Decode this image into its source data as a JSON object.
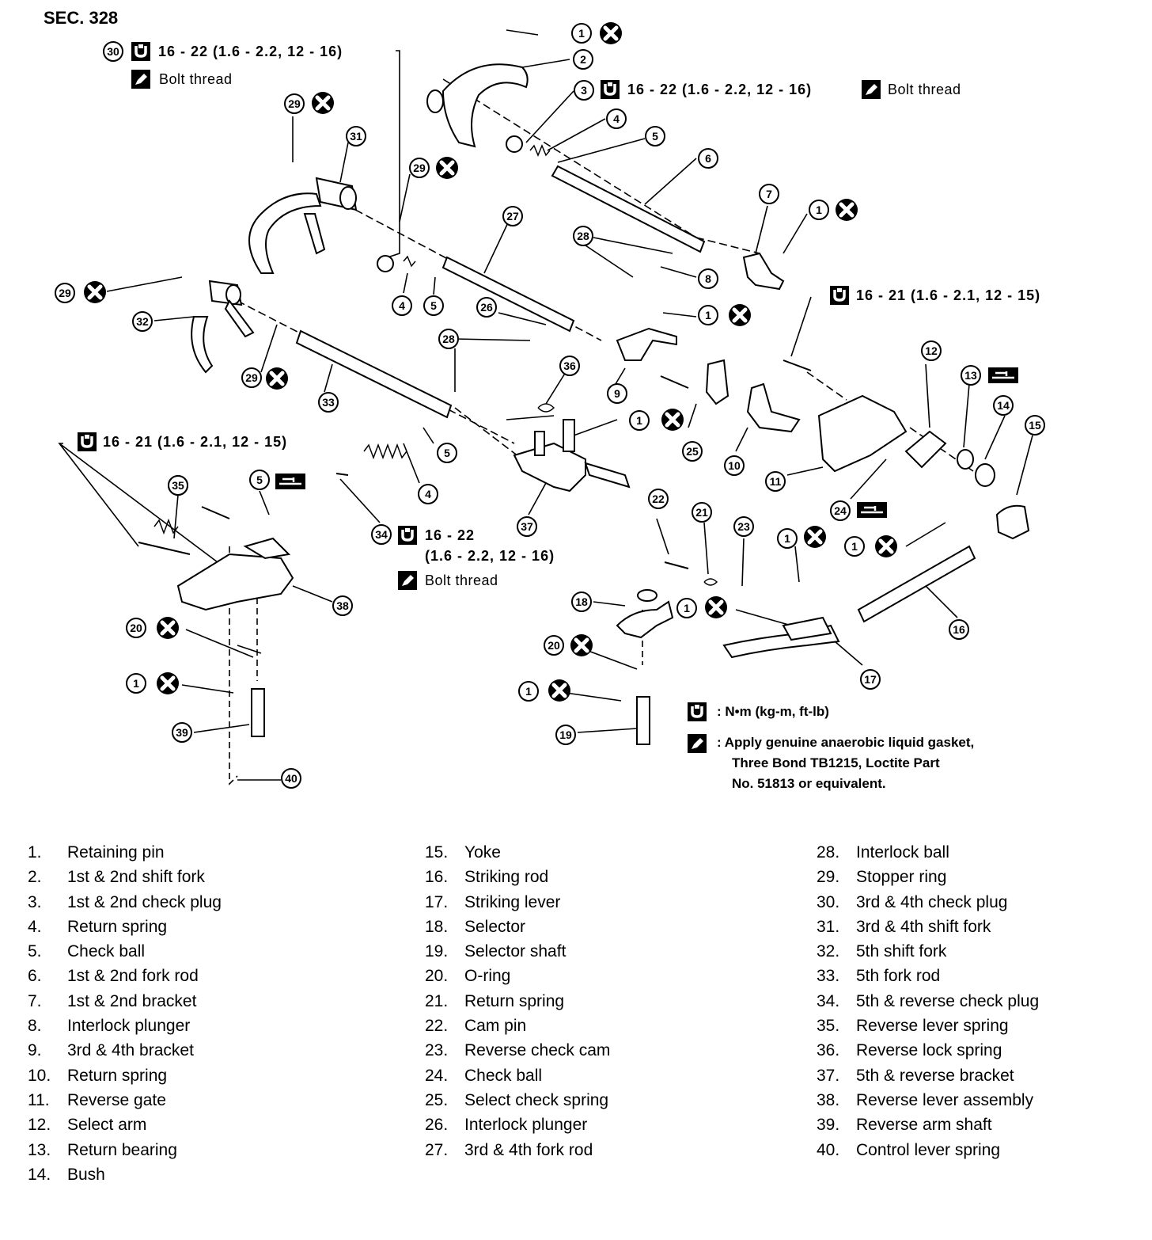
{
  "section_title": "SEC. 328",
  "torque_specs": {
    "t30": {
      "callout": "30",
      "value": "16 - 22 (1.6 - 2.2, 12 - 16)",
      "note": "Bolt thread"
    },
    "t3": {
      "callout": "3",
      "value": "16 - 22 (1.6 - 2.2, 12 - 16)",
      "note": "Bolt thread"
    },
    "t_right": {
      "value": "16 - 21 (1.6 - 2.1, 12 - 15)"
    },
    "t_left": {
      "value": "16 - 21 (1.6 - 2.1, 12 - 15)"
    },
    "t34": {
      "callout": "34",
      "value_line1": "16 - 22",
      "value_line2": "(1.6 - 2.2, 12 - 16)",
      "note": "Bolt thread"
    }
  },
  "legend": {
    "torque_unit": ": N•m (kg-m, ft-lb)",
    "sealant_line1": ": Apply genuine anaerobic liquid gasket,",
    "sealant_line2": "Three Bond TB1215, Loctite Part",
    "sealant_line3": "No. 51813 or equivalent."
  },
  "callouts": [
    "1",
    "2",
    "3",
    "4",
    "5",
    "6",
    "7",
    "8",
    "9",
    "10",
    "11",
    "12",
    "13",
    "14",
    "15",
    "16",
    "17",
    "18",
    "19",
    "20",
    "21",
    "22",
    "23",
    "24",
    "25",
    "26",
    "27",
    "28",
    "29",
    "30",
    "31",
    "32",
    "33",
    "34",
    "35",
    "36",
    "37",
    "38",
    "39",
    "40"
  ],
  "parts": [
    {
      "num": "1.",
      "name": "Retaining pin"
    },
    {
      "num": "2.",
      "name": "1st & 2nd shift fork"
    },
    {
      "num": "3.",
      "name": "1st & 2nd check plug"
    },
    {
      "num": "4.",
      "name": "Return spring"
    },
    {
      "num": "5.",
      "name": "Check ball"
    },
    {
      "num": "6.",
      "name": "1st & 2nd fork rod"
    },
    {
      "num": "7.",
      "name": "1st & 2nd bracket"
    },
    {
      "num": "8.",
      "name": "Interlock plunger"
    },
    {
      "num": "9.",
      "name": "3rd & 4th bracket"
    },
    {
      "num": "10.",
      "name": "Return spring"
    },
    {
      "num": "11.",
      "name": "Reverse gate"
    },
    {
      "num": "12.",
      "name": "Select arm"
    },
    {
      "num": "13.",
      "name": "Return bearing"
    },
    {
      "num": "14.",
      "name": "Bush"
    },
    {
      "num": "15.",
      "name": "Yoke"
    },
    {
      "num": "16.",
      "name": "Striking rod"
    },
    {
      "num": "17.",
      "name": "Striking lever"
    },
    {
      "num": "18.",
      "name": "Selector"
    },
    {
      "num": "19.",
      "name": "Selector shaft"
    },
    {
      "num": "20.",
      "name": "O-ring"
    },
    {
      "num": "21.",
      "name": "Return spring"
    },
    {
      "num": "22.",
      "name": "Cam pin"
    },
    {
      "num": "23.",
      "name": "Reverse check cam"
    },
    {
      "num": "24.",
      "name": "Check ball"
    },
    {
      "num": "25.",
      "name": "Select check spring"
    },
    {
      "num": "26.",
      "name": "Interlock plunger"
    },
    {
      "num": "27.",
      "name": "3rd & 4th fork rod"
    },
    {
      "num": "28.",
      "name": "Interlock ball"
    },
    {
      "num": "29.",
      "name": "Stopper ring"
    },
    {
      "num": "30.",
      "name": "3rd & 4th check plug"
    },
    {
      "num": "31.",
      "name": "3rd & 4th shift fork"
    },
    {
      "num": "32.",
      "name": "5th shift fork"
    },
    {
      "num": "33.",
      "name": "5th fork rod"
    },
    {
      "num": "34.",
      "name": "5th & reverse check plug"
    },
    {
      "num": "35.",
      "name": "Reverse lever spring"
    },
    {
      "num": "36.",
      "name": "Reverse lock spring"
    },
    {
      "num": "37.",
      "name": "5th & reverse bracket"
    },
    {
      "num": "38.",
      "name": "Reverse lever assembly"
    },
    {
      "num": "39.",
      "name": "Reverse arm shaft"
    },
    {
      "num": "40.",
      "name": "Control lever spring"
    }
  ]
}
